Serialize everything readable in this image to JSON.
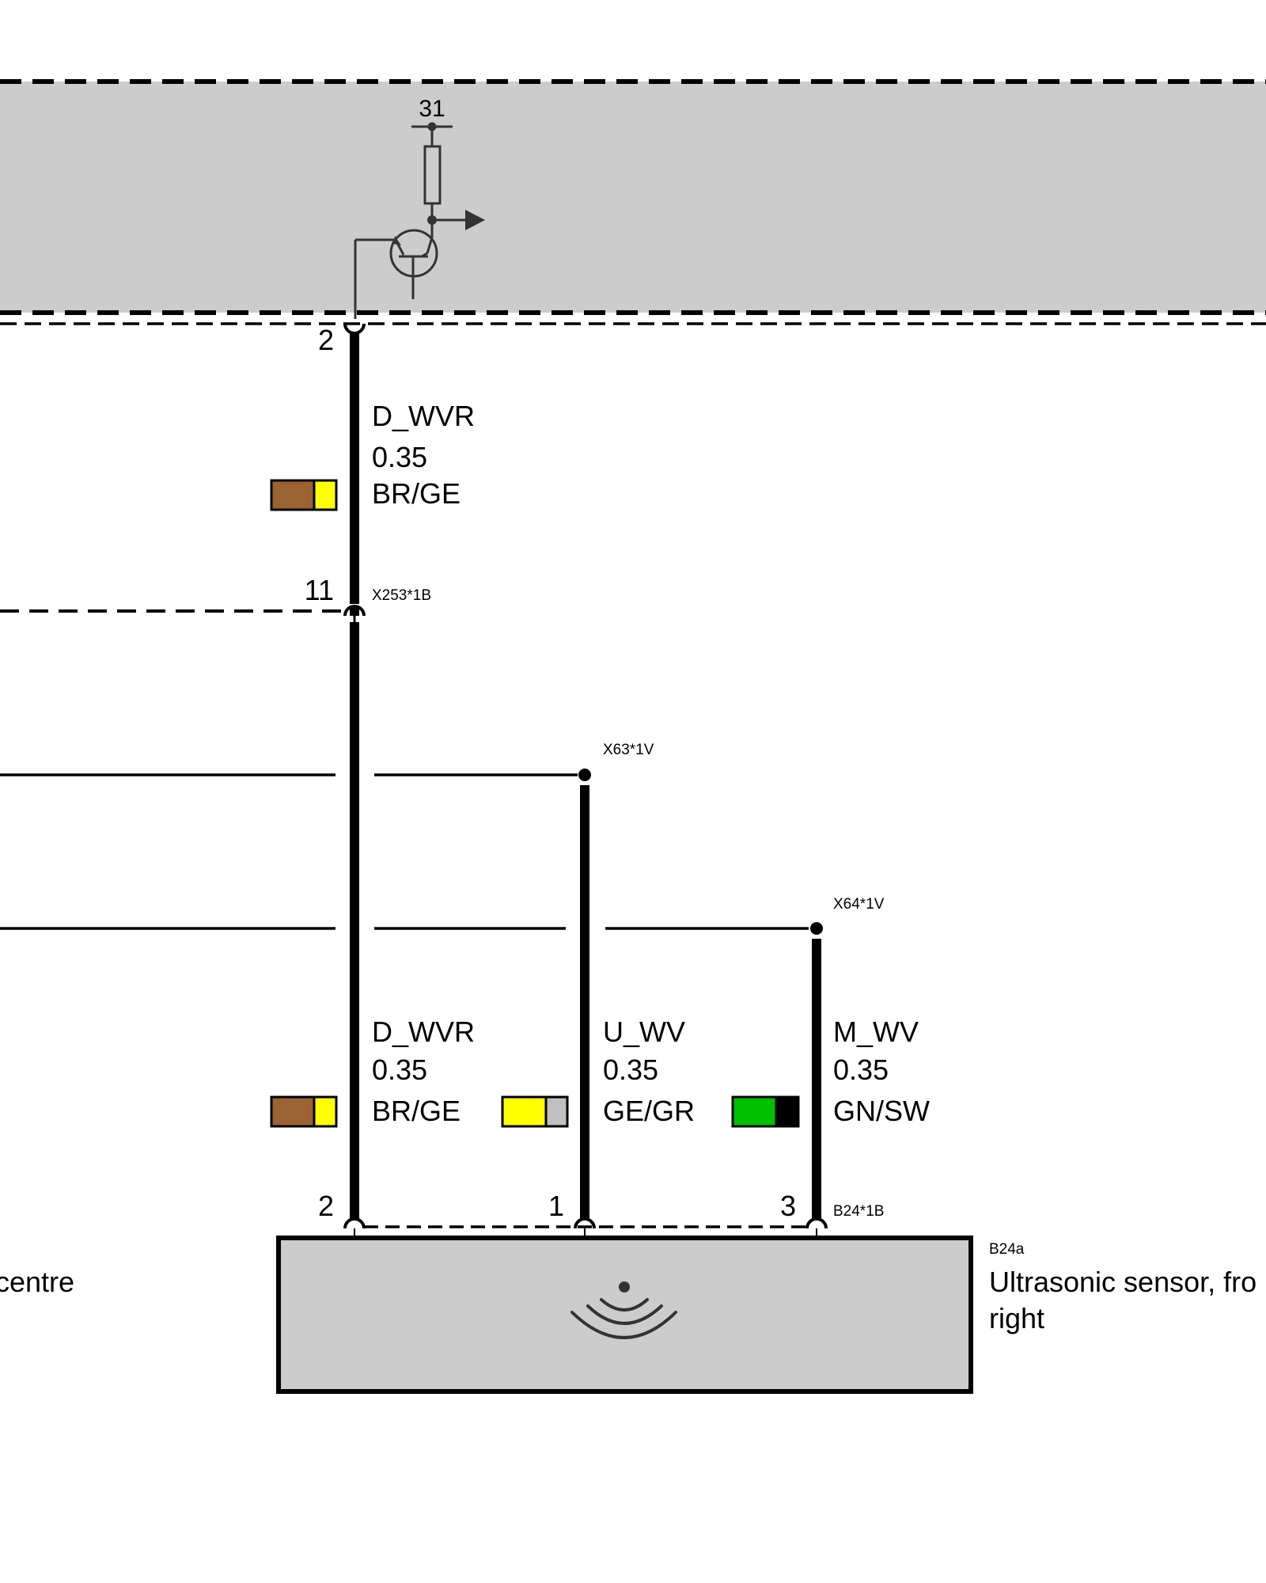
{
  "control_unit": {
    "ground_terminal": "31"
  },
  "upper_wire": {
    "pin_top": "2",
    "signal": "D_WVR",
    "cross_section": "0.35",
    "color_code": "BR/GE",
    "colors": [
      "#9b6233",
      "#ffff00"
    ],
    "pin_bottom": "11",
    "connector": "X253*1B"
  },
  "junctions": [
    {
      "connector": "X63*1V"
    },
    {
      "connector": "X64*1V"
    }
  ],
  "lower_wires": [
    {
      "signal": "D_WVR",
      "cross_section": "0.35",
      "color_code": "BR/GE",
      "colors": [
        "#9b6233",
        "#ffff00"
      ],
      "pin": "2"
    },
    {
      "signal": "U_WV",
      "cross_section": "0.35",
      "color_code": "GE/GR",
      "colors": [
        "#ffff00",
        "#c0c0c0"
      ],
      "pin": "1"
    },
    {
      "signal": "M_WV",
      "cross_section": "0.35",
      "color_code": "GN/SW",
      "colors": [
        "#00c000",
        "#000000"
      ],
      "pin": "3"
    }
  ],
  "sensor": {
    "connector": "B24*1B",
    "id": "B24a",
    "name_line1": "Ultrasonic sensor, fro",
    "name_line2": "right"
  },
  "left_partial_label": "centre"
}
